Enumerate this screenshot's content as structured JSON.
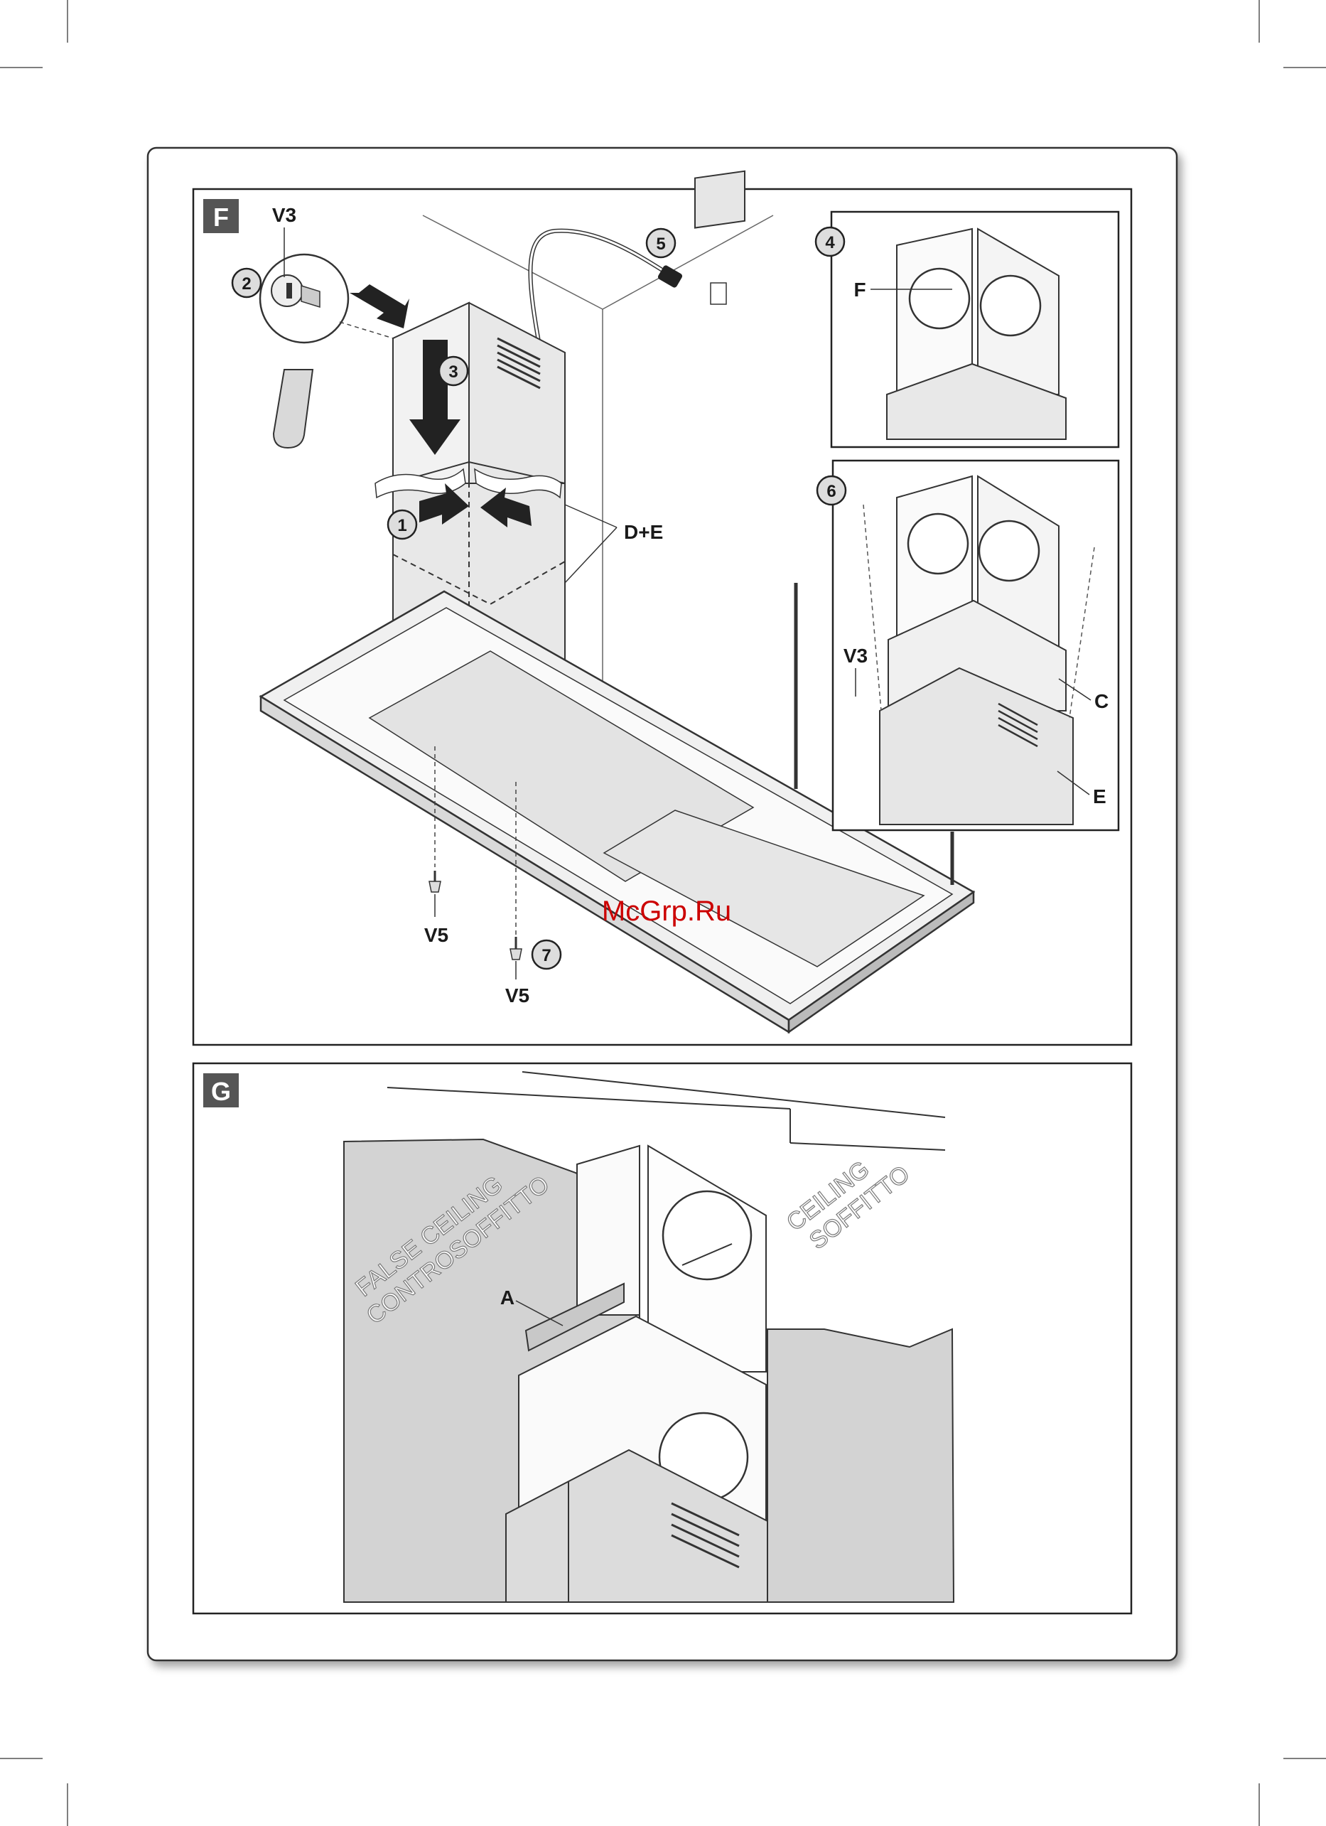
{
  "panel_f": {
    "badge": "F",
    "steps": [
      "1",
      "2",
      "3",
      "4",
      "5",
      "6",
      "7"
    ],
    "labels": {
      "v3_top": "V3",
      "de": "D+E",
      "f": "F",
      "v3_side": "V3",
      "c": "C",
      "e": "E",
      "v5_left": "V5",
      "v5_right": "V5"
    }
  },
  "panel_g": {
    "badge": "G",
    "labels": {
      "a": "A",
      "false_ceiling_1": "FALSE CEILING",
      "false_ceiling_2": "CONTROSOFFITTO",
      "ceiling_1": "CEILING",
      "ceiling_2": "SOFFITTO"
    }
  },
  "watermark": "McGrp.Ru"
}
